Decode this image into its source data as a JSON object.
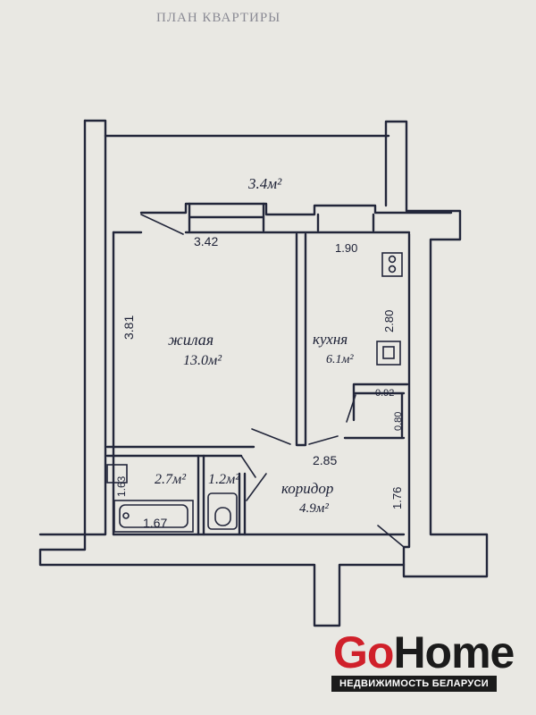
{
  "title": "ПЛАН КВАРТИРЫ",
  "rooms": {
    "balcony": {
      "area": "3.4м²"
    },
    "living": {
      "name": "жилая",
      "area": "13.0м²"
    },
    "kitchen": {
      "name": "кухня",
      "area": "6.1м²"
    },
    "corridor": {
      "name": "коридор",
      "area": "4.9м²"
    },
    "bathroom": {
      "area": "2.7м²"
    },
    "toilet": {
      "area": "1.2м²"
    },
    "closet": {}
  },
  "dimensions": {
    "living_width": "3.42",
    "kitchen_width": "1.90",
    "living_depth": "3.81",
    "kitchen_depth": "2.80",
    "corridor_width": "2.85",
    "corridor_depth": "1.76",
    "closet_width": "0.92",
    "closet_depth": "0.80",
    "bath_width": "1.67",
    "bath_depth": "1.63"
  },
  "watermark": {
    "brand_a": "Go",
    "brand_b": "Home",
    "tagline": "НЕДВИЖИМОСТЬ БЕЛАРУСИ"
  },
  "colors": {
    "paper": "#e9e8e3",
    "ink": "#1d2136",
    "brand_red": "#d0202a",
    "brand_dark": "#1b1b1b"
  }
}
